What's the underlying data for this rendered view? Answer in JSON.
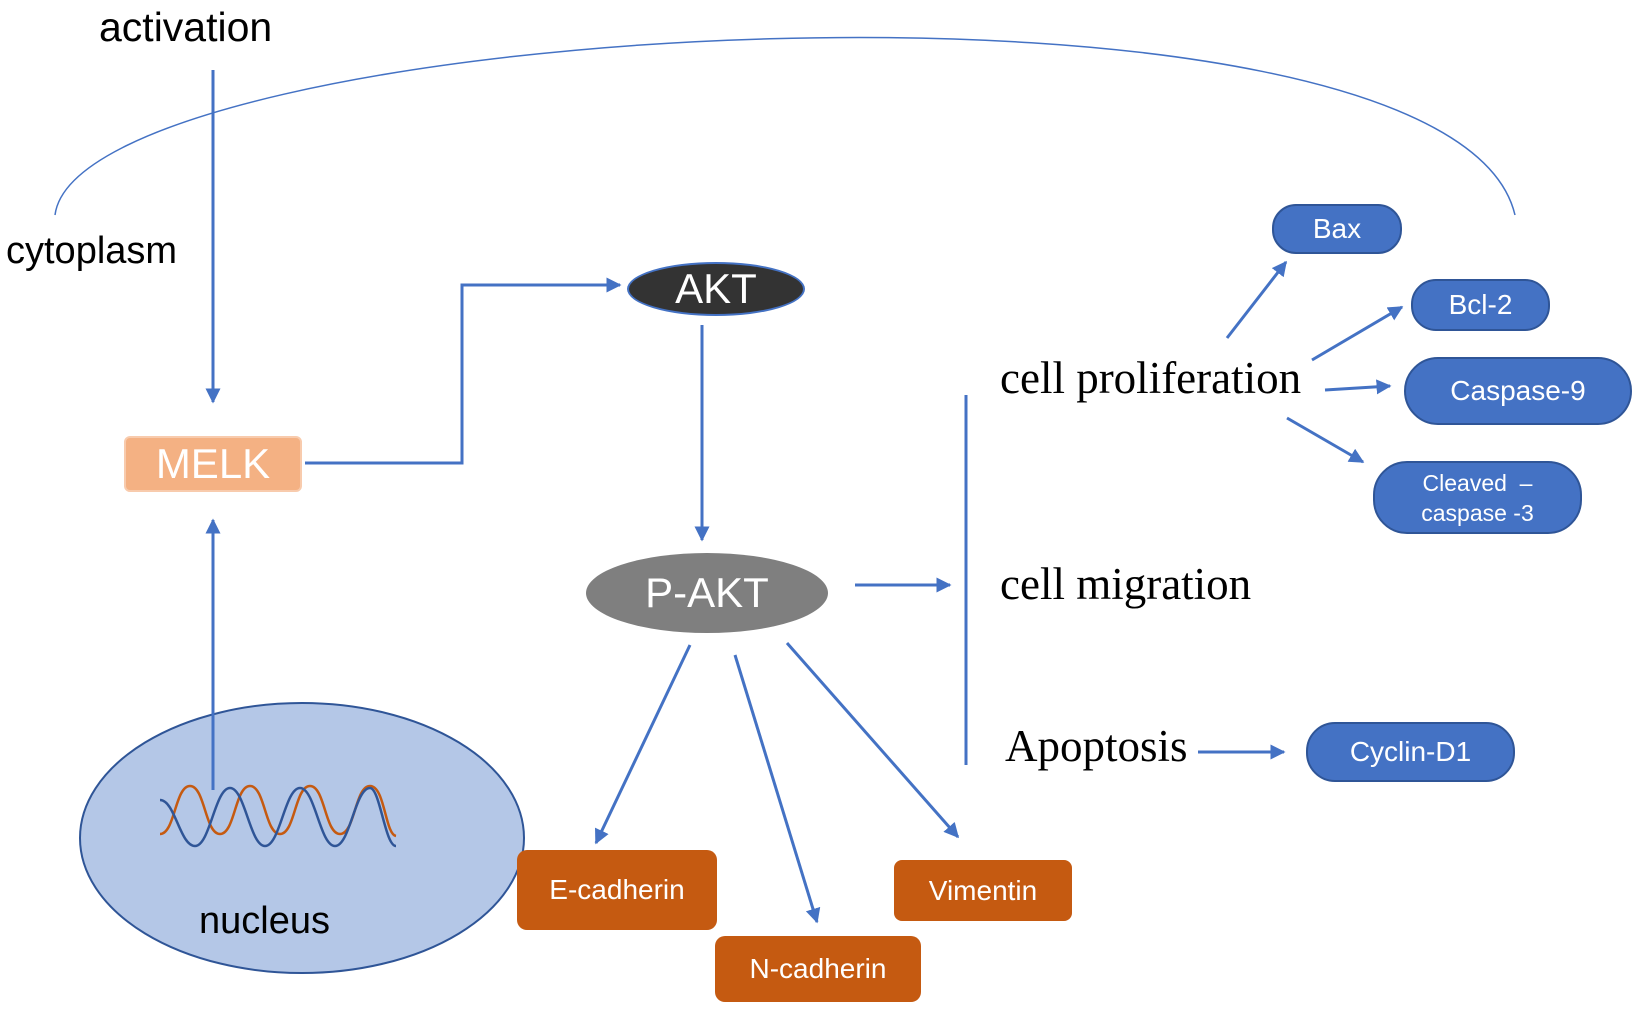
{
  "labels": {
    "activation": "activation",
    "cytoplasm": "cytoplasm",
    "nucleus": "nucleus"
  },
  "nodes": {
    "melk": "MELK",
    "akt": "AKT",
    "p_akt": "P-AKT",
    "e_cadherin": "E-cadherin",
    "n_cadherin": "N-cadherin",
    "vimentin": "Vimentin",
    "bax": "Bax",
    "bcl2": "Bcl-2",
    "caspase9": "Caspase-9",
    "cleaved_caspase3_line1": "Cleaved  –",
    "cleaved_caspase3_line2": "caspase -3",
    "cyclin_d1": "Cyclin-D1"
  },
  "processes": {
    "cell_proliferation": "cell proliferation",
    "cell_migration": "cell migration",
    "apoptosis": "Apoptosis"
  },
  "colors": {
    "arrow": "#4472c4",
    "melk_fill": "#f4b183",
    "akt_fill": "#333333",
    "p_akt_fill": "#7f7f7f",
    "orange_box": "#c55a11",
    "blue_box": "#4472c4",
    "nucleus_fill": "#b4c7e7",
    "dna_orange": "#c55a11",
    "dna_blue": "#2f5597"
  }
}
